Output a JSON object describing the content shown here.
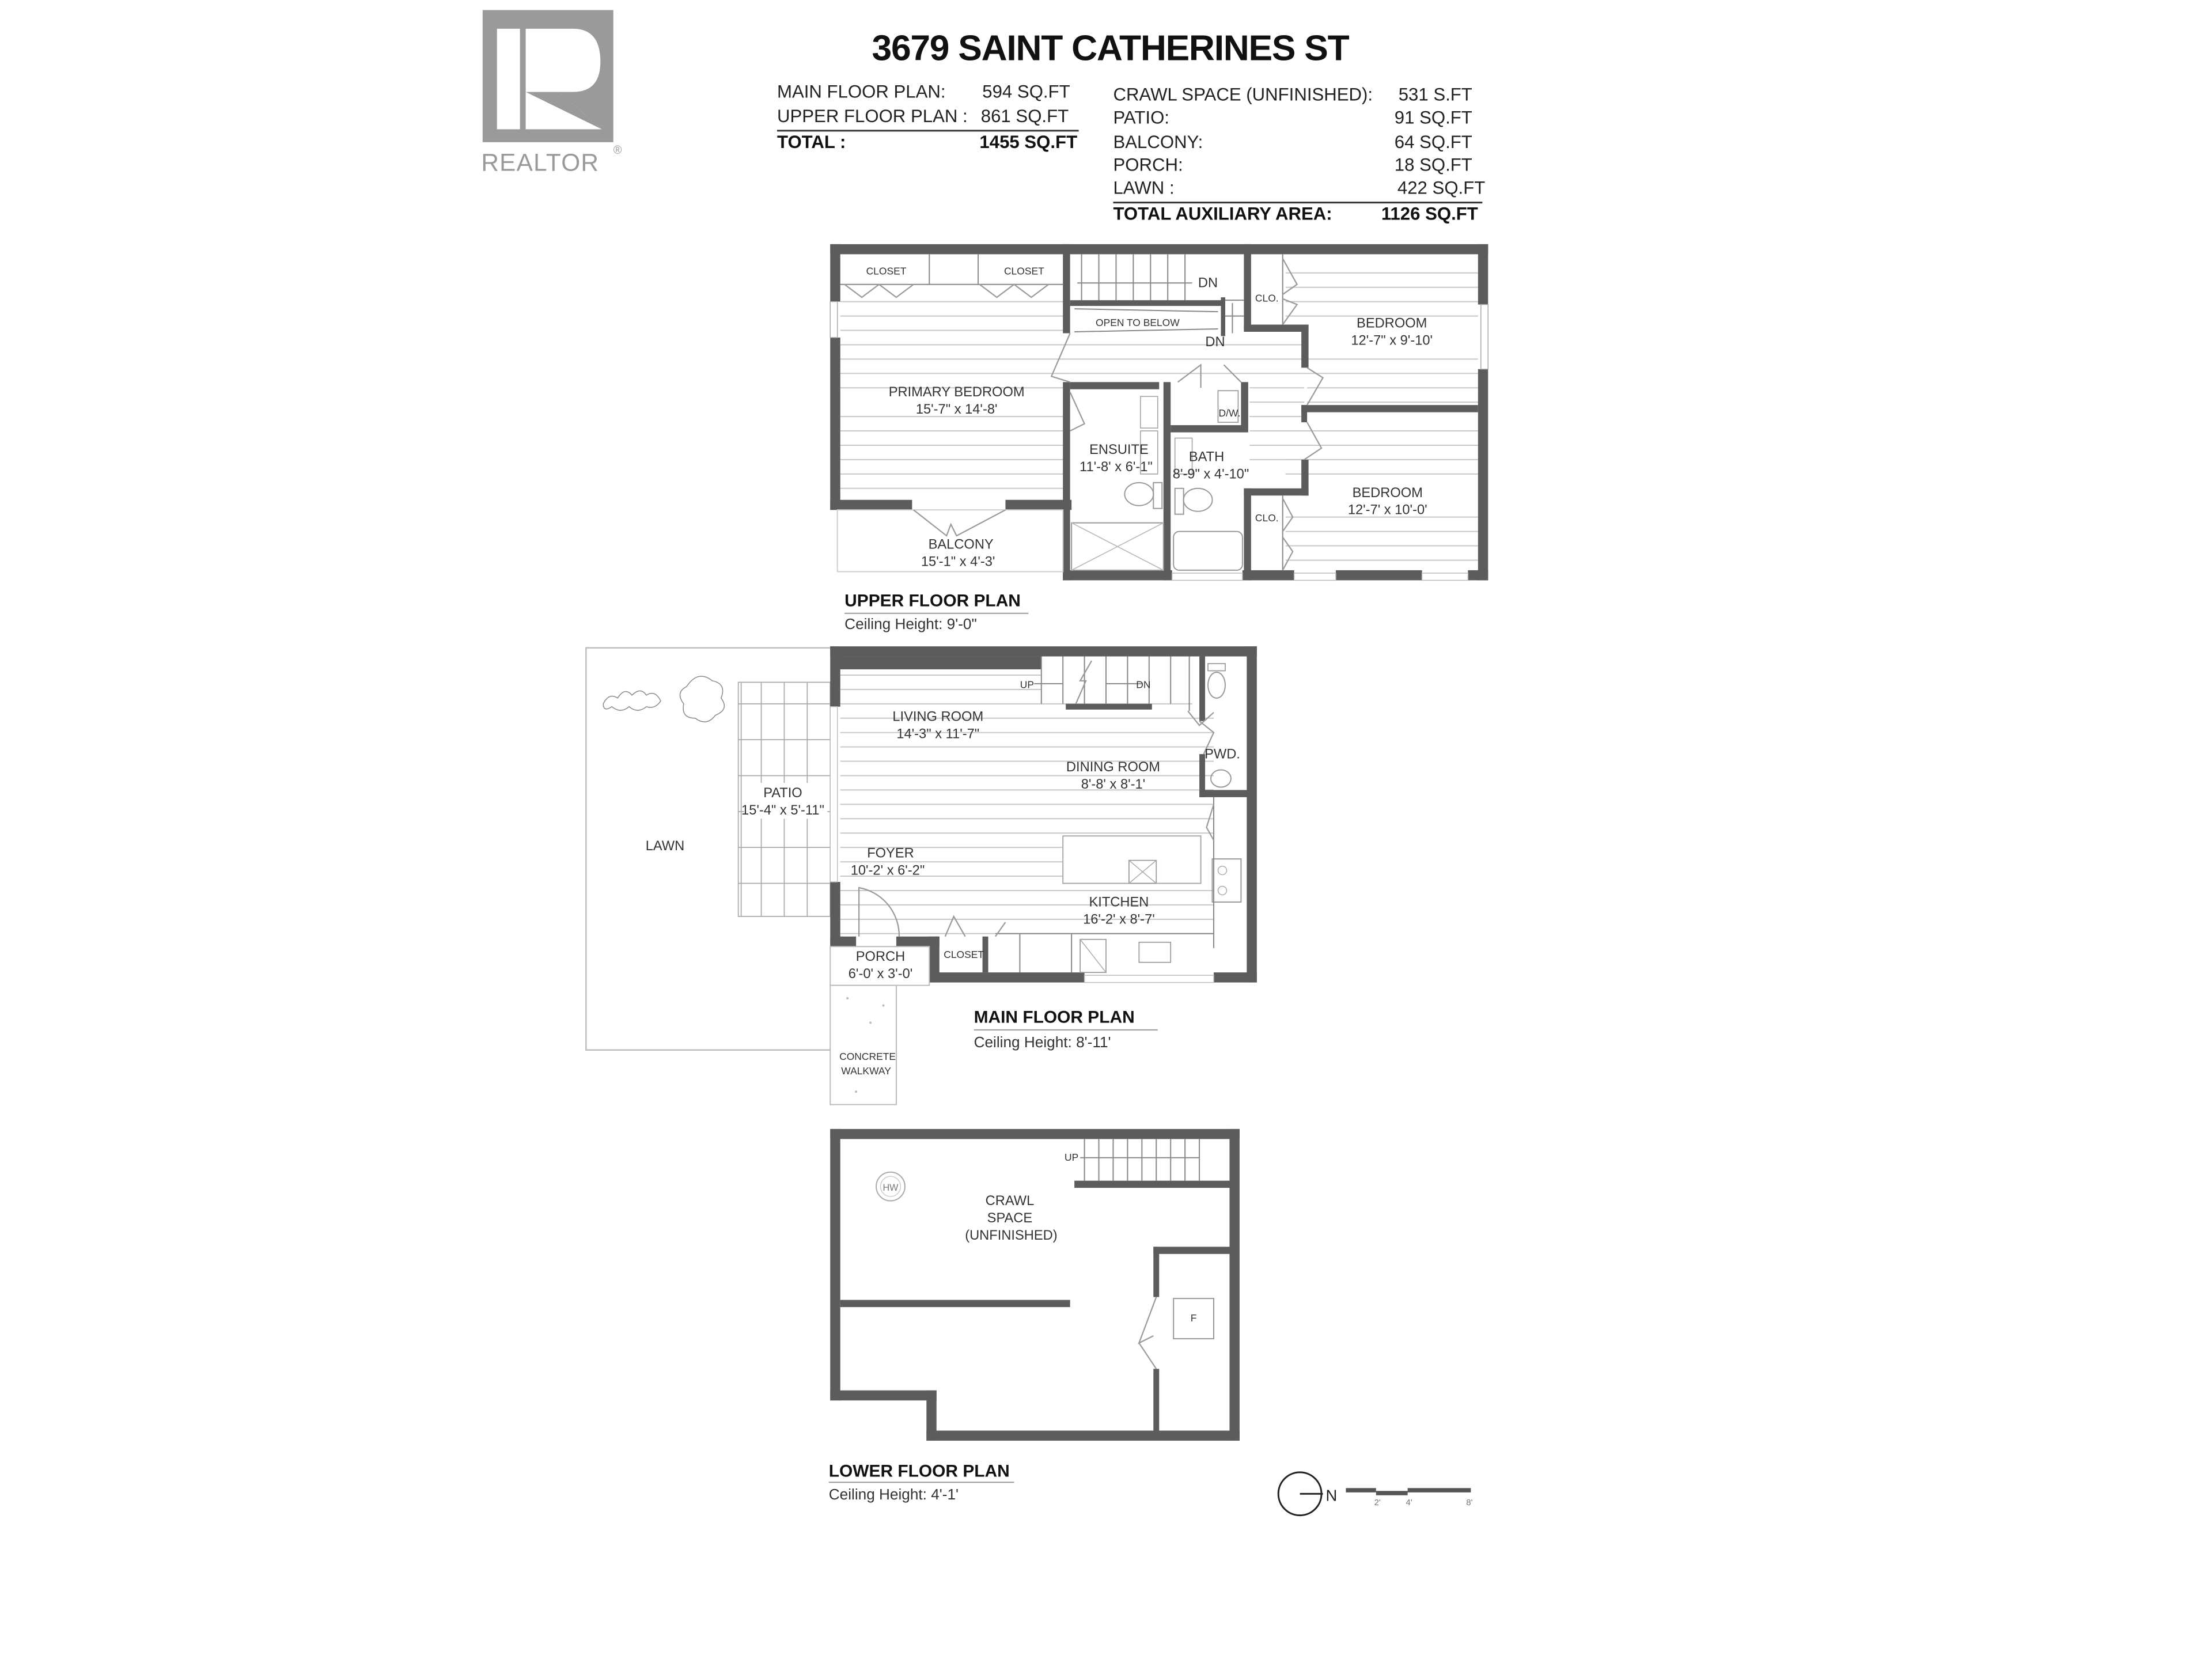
{
  "logo": {
    "brand_text": "REALTOR",
    "registered_mark": "®",
    "color": "#9a9a9a"
  },
  "header": {
    "title": "3679 SAINT CATHERINES ST"
  },
  "summary_left": {
    "rows": [
      {
        "label": "MAIN FLOOR PLAN:",
        "value": "594 SQ.FT"
      },
      {
        "label": "UPPER FLOOR PLAN :",
        "value": "861 SQ.FT"
      }
    ],
    "total": {
      "label": "TOTAL :",
      "value": "1455 SQ.FT"
    }
  },
  "summary_right": {
    "rows": [
      {
        "label": "CRAWL SPACE (UNFINISHED):",
        "value": "531 S.FT"
      },
      {
        "label": "PATIO:",
        "value": "91 SQ.FT"
      },
      {
        "label": "BALCONY:",
        "value": "64 SQ.FT"
      },
      {
        "label": "PORCH:",
        "value": "18 SQ.FT"
      },
      {
        "label": "LAWN :",
        "value": "422 SQ.FT"
      }
    ],
    "total": {
      "label": "TOTAL AUXILIARY AREA:",
      "value": "1126 SQ.FT"
    }
  },
  "upper_floor": {
    "title": "UPPER FLOOR PLAN",
    "ceiling": "Ceiling Height: 9'-0\"",
    "rooms": {
      "closet_1": "CLOSET",
      "closet_2": "CLOSET",
      "stairs_dn": "DN",
      "open_to_below": "OPEN TO BELOW",
      "hall_dn": "DN",
      "clo_1": "CLO.",
      "clo_2": "CLO.",
      "laundry": "D/W.",
      "primary_bedroom": {
        "name": "PRIMARY BEDROOM",
        "size": "15'-7\" x 14'-8'"
      },
      "ensuite": {
        "name": "ENSUITE",
        "size": "11'-8' x 6'-1\""
      },
      "bath": {
        "name": "BATH",
        "size": "8'-9\" x 4'-10\""
      },
      "bedroom_1": {
        "name": "BEDROOM",
        "size": "12'-7\" x 9'-10'"
      },
      "bedroom_2": {
        "name": "BEDROOM",
        "size": "12'-7' x 10'-0'"
      },
      "balcony": {
        "name": "BALCONY",
        "size": "15'-1\" x 4'-3'"
      }
    }
  },
  "main_floor": {
    "title": "MAIN FLOOR PLAN",
    "ceiling": "Ceiling Height: 8'-11'",
    "rooms": {
      "lawn": "LAWN",
      "patio": {
        "name": "PATIO",
        "size": "15'-4\" x 5'-11\""
      },
      "living_room": {
        "name": "LIVING ROOM",
        "size": "14'-3\" x 11'-7\""
      },
      "dining_room": {
        "name": "DINING ROOM",
        "size": "8'-8' x 8'-1'"
      },
      "pwd": "PWD.",
      "foyer": {
        "name": "FOYER",
        "size": "10'-2' x 6'-2\""
      },
      "kitchen": {
        "name": "KITCHEN",
        "size": "16'-2' x 8'-7'"
      },
      "porch": {
        "name": "PORCH",
        "size": "6'-0' x 3'-0'"
      },
      "closet": "CLOSET",
      "walkway_1": "CONCRETE",
      "walkway_2": "WALKWAY",
      "stairs_up": "UP",
      "stairs_dn": "DN"
    }
  },
  "lower_floor": {
    "title": "LOWER FLOOR PLAN",
    "ceiling": "Ceiling Height: 4'-1'",
    "rooms": {
      "crawl_1": "CRAWL",
      "crawl_2": "SPACE",
      "crawl_3": "(UNFINISHED)",
      "stairs_up": "UP",
      "hot_water": "HW",
      "furnace": "F"
    }
  },
  "legend": {
    "north": "N",
    "scale_ticks": [
      "2'",
      "4'",
      "8'"
    ]
  }
}
